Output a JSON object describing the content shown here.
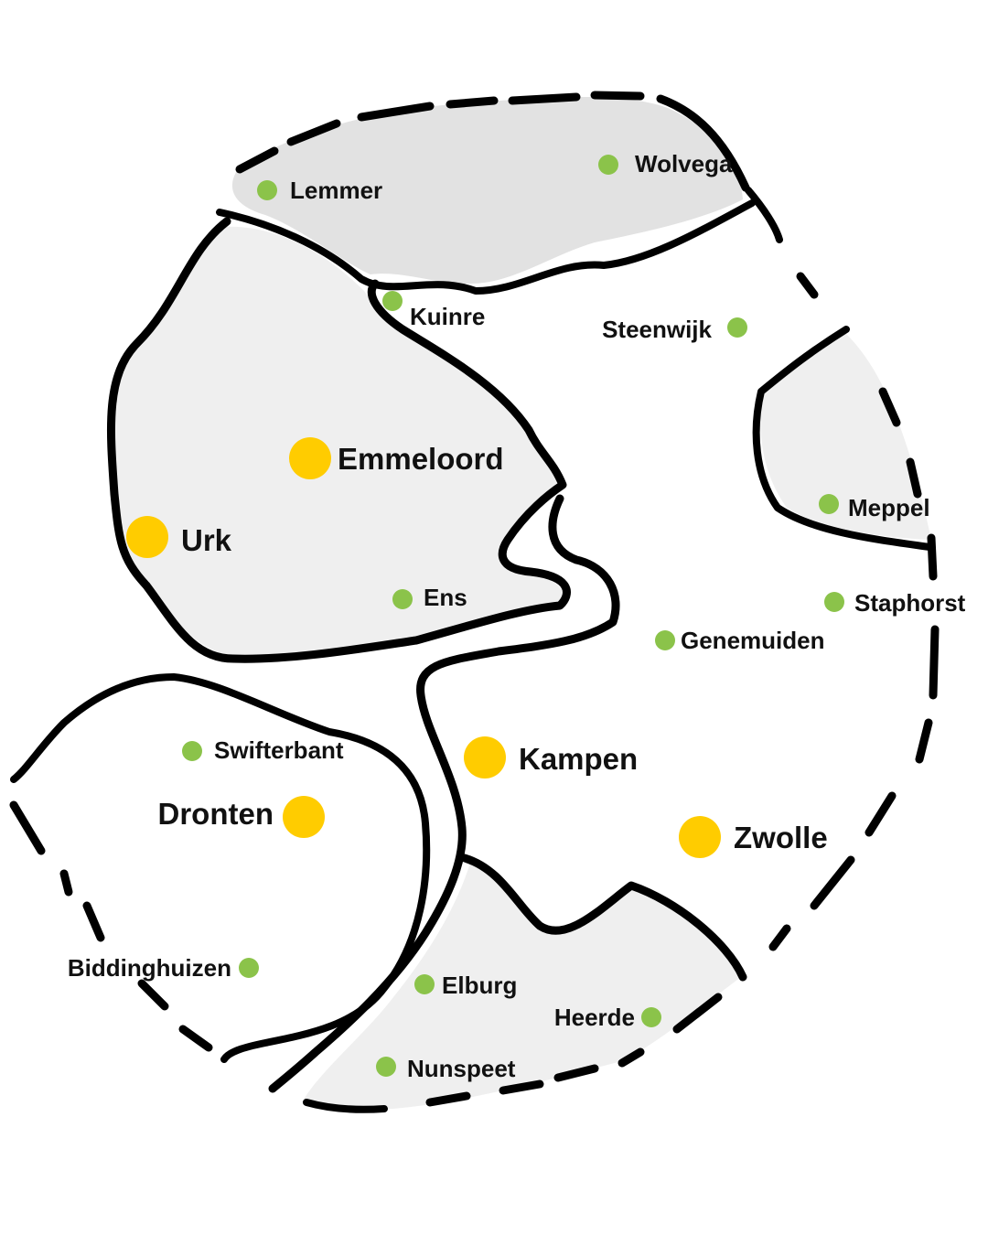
{
  "colors": {
    "region_fill_dark": "#e2e2e2",
    "region_fill_light": "#efefef",
    "outline": "#000000",
    "major_city": "#ffcc00",
    "minor_town": "#8bc34a",
    "label": "#111111"
  },
  "legend_semantics": {
    "major_city_marker": "yellow-circle",
    "minor_town_marker": "green-dot"
  },
  "places": {
    "lemmer": "Lemmer",
    "wolvega": "Wolvega",
    "kuinre": "Kuinre",
    "steenwijk": "Steenwijk",
    "emmeloord": "Emmeloord",
    "urk": "Urk",
    "ens": "Ens",
    "meppel": "Meppel",
    "staphorst": "Staphorst",
    "genemuiden": "Genemuiden",
    "swifterbant": "Swifterbant",
    "dronten": "Dronten",
    "kampen": "Kampen",
    "zwolle": "Zwolle",
    "biddinghuizen": "Biddinghuizen",
    "elburg": "Elburg",
    "heerde": "Heerde",
    "nunspeet": "Nunspeet"
  }
}
